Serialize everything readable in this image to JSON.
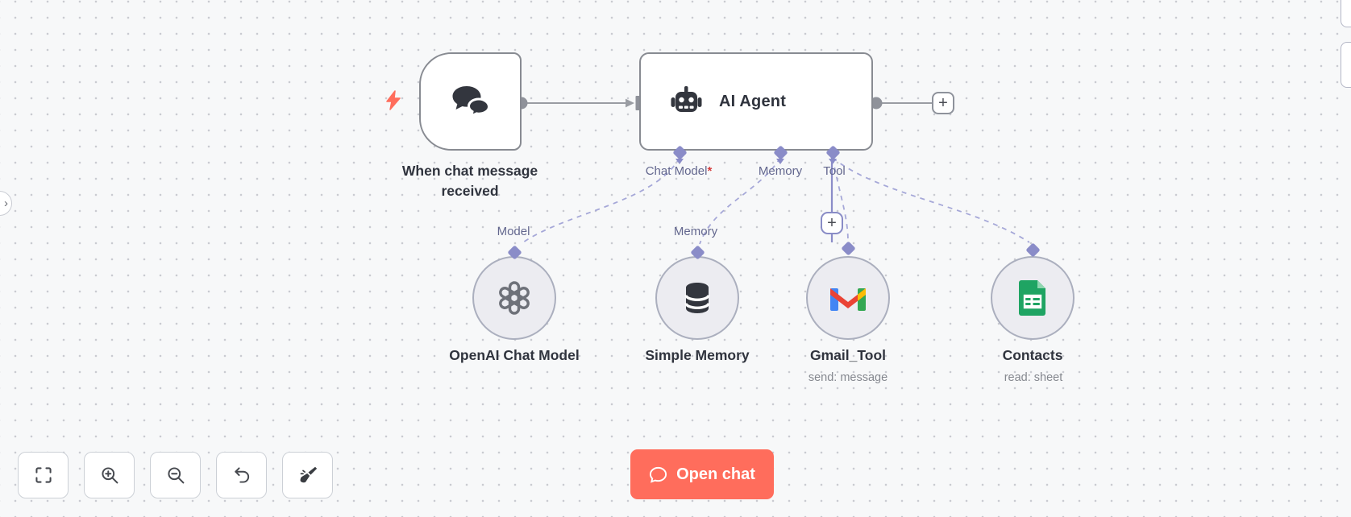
{
  "app": "n8n-workflow-canvas",
  "colors": {
    "canvas_bg": "#f7f8f9",
    "grid_dot": "#c9cbd1",
    "node_border": "#888b92",
    "icon_dark": "#33363e",
    "diamond_purple": "#8a8cc8",
    "dashed_link": "#a6a8d8",
    "port_label": "#63678e",
    "required_star": "#d43c3c",
    "accent_chat_button": "#ff6d5c",
    "gmail_red": "#ea4335",
    "gmail_blue": "#4285f4",
    "gmail_green": "#34a853",
    "gmail_yellow": "#fbbc04",
    "sheets_green": "#1fa463"
  },
  "trigger": {
    "label_line1": "When chat message",
    "label_line2": "received",
    "icon": "chat-bubbles-icon",
    "badge_icon": "lightning-bolt-icon"
  },
  "agent": {
    "title": "AI Agent",
    "icon": "robot-icon",
    "inputs": [
      {
        "label": "Chat Model",
        "required": "*"
      },
      {
        "label": "Memory",
        "required": ""
      },
      {
        "label": "Tool",
        "required": ""
      }
    ]
  },
  "plus": "+",
  "subnodes": [
    {
      "port_label": "Model",
      "title": "OpenAI Chat Model",
      "subtitle": "",
      "icon": "openai-icon"
    },
    {
      "port_label": "Memory",
      "title": "Simple Memory",
      "subtitle": "",
      "icon": "database-icon"
    },
    {
      "port_label": "",
      "title": "Gmail_Tool",
      "subtitle": "send: message",
      "icon": "gmail-icon"
    },
    {
      "port_label": "",
      "title": "Contacts",
      "subtitle": "read: sheet",
      "icon": "google-sheets-icon"
    }
  ],
  "toolbar": [
    {
      "name": "fit-view"
    },
    {
      "name": "zoom-in"
    },
    {
      "name": "zoom-out"
    },
    {
      "name": "undo"
    },
    {
      "name": "tidy-up"
    }
  ],
  "chat_button": {
    "label": "Open chat",
    "icon": "chat-bubble-icon"
  },
  "panel_toggle": {
    "chevron": "›"
  }
}
